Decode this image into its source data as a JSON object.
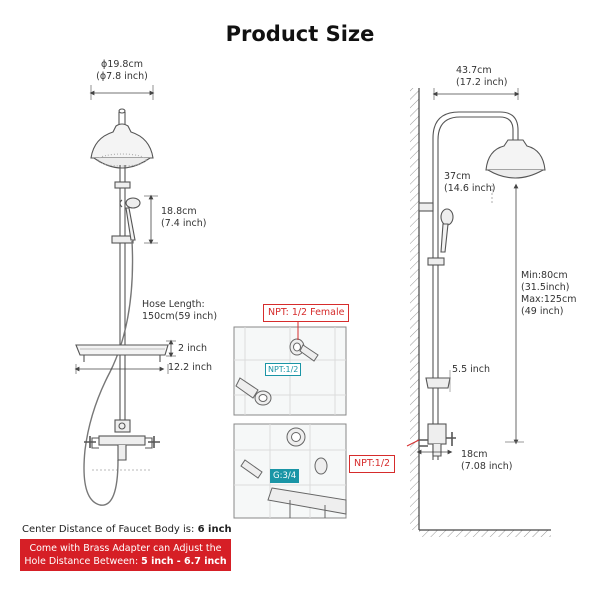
{
  "title": "Product Size",
  "left_view": {
    "head_diameter_cm": "ϕ19.8cm",
    "head_diameter_in": "(ϕ7.8 inch)",
    "handheld_len_cm": "18.8cm",
    "handheld_len_in": "(7.4 inch)",
    "hose_label": "Hose Length:",
    "hose_len": "150cm(59 inch)",
    "shelf_height": "2 inch",
    "shelf_width": "12.2 inch"
  },
  "right_view": {
    "arm_len_cm": "43.7cm",
    "arm_len_in": "(17.2 inch)",
    "drop_cm": "37cm",
    "drop_in": "(14.6 inch)",
    "min_cm": "Min:80cm",
    "min_in": "(31.5inch)",
    "max_cm": "Max:125cm",
    "max_in": "(49 inch)",
    "shelf_depth": "5.5 inch",
    "wall_offset_cm": "18cm",
    "wall_offset_in": "(7.08 inch)",
    "npt_label": "NPT:1/2"
  },
  "detail_top": {
    "npt_female_label": "NPT: 1/2 Female",
    "npt_label": "NPT:1/2"
  },
  "detail_bottom": {
    "g_label": "G:3/4"
  },
  "footer": {
    "center_distance_prefix": "Center Distance of Faucet Body is: ",
    "center_distance_value": "6 inch",
    "adapter_note_line1": "Come with Brass Adapter can Adjust the",
    "adapter_note_line2_prefix": "Hole Distance Between: ",
    "adapter_note_range": "5 inch - 6.7 inch"
  },
  "colors": {
    "red_accent": "#d61f26",
    "teal_label": "#1a95a6",
    "line": "#555555"
  }
}
